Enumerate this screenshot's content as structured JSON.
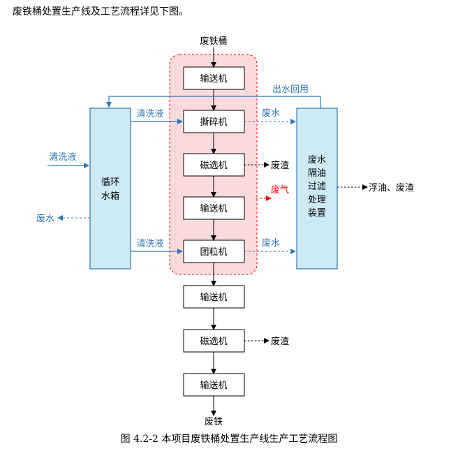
{
  "intro": "废铁桶处置生产线及工艺流程详见下图。",
  "caption": "图 4.2-2    本项目废铁桶处置生产线生产工艺流程图",
  "input": "废铁桶",
  "output": "废铁",
  "machines": [
    "输送机",
    "撕碎机",
    "磁选机",
    "输送机",
    "团粒机",
    "输送机",
    "磁选机",
    "输送机"
  ],
  "tank": {
    "line1": "循环",
    "line2": "水箱"
  },
  "treatment": {
    "lines": [
      "废水",
      "隔油",
      "过滤",
      "处理",
      "装置"
    ]
  },
  "labels": {
    "return_water": "出水回用",
    "clean_liquid_top": "清洗液",
    "clean_liquid_bottom": "清洗液",
    "clean_liquid_in": "清洗液",
    "wastewater_out": "废水",
    "wastewater_top": "废水",
    "wastewater_bottom": "废水",
    "slag_1": "废渣",
    "slag_2": "废渣",
    "waste_gas": "废气",
    "oil_slag": "浮油、废渣"
  },
  "colors": {
    "blue": "#2e75b6",
    "red": "#ff0000",
    "tank_fill": "#cdeaf5",
    "zone_fill": "#fadada"
  }
}
